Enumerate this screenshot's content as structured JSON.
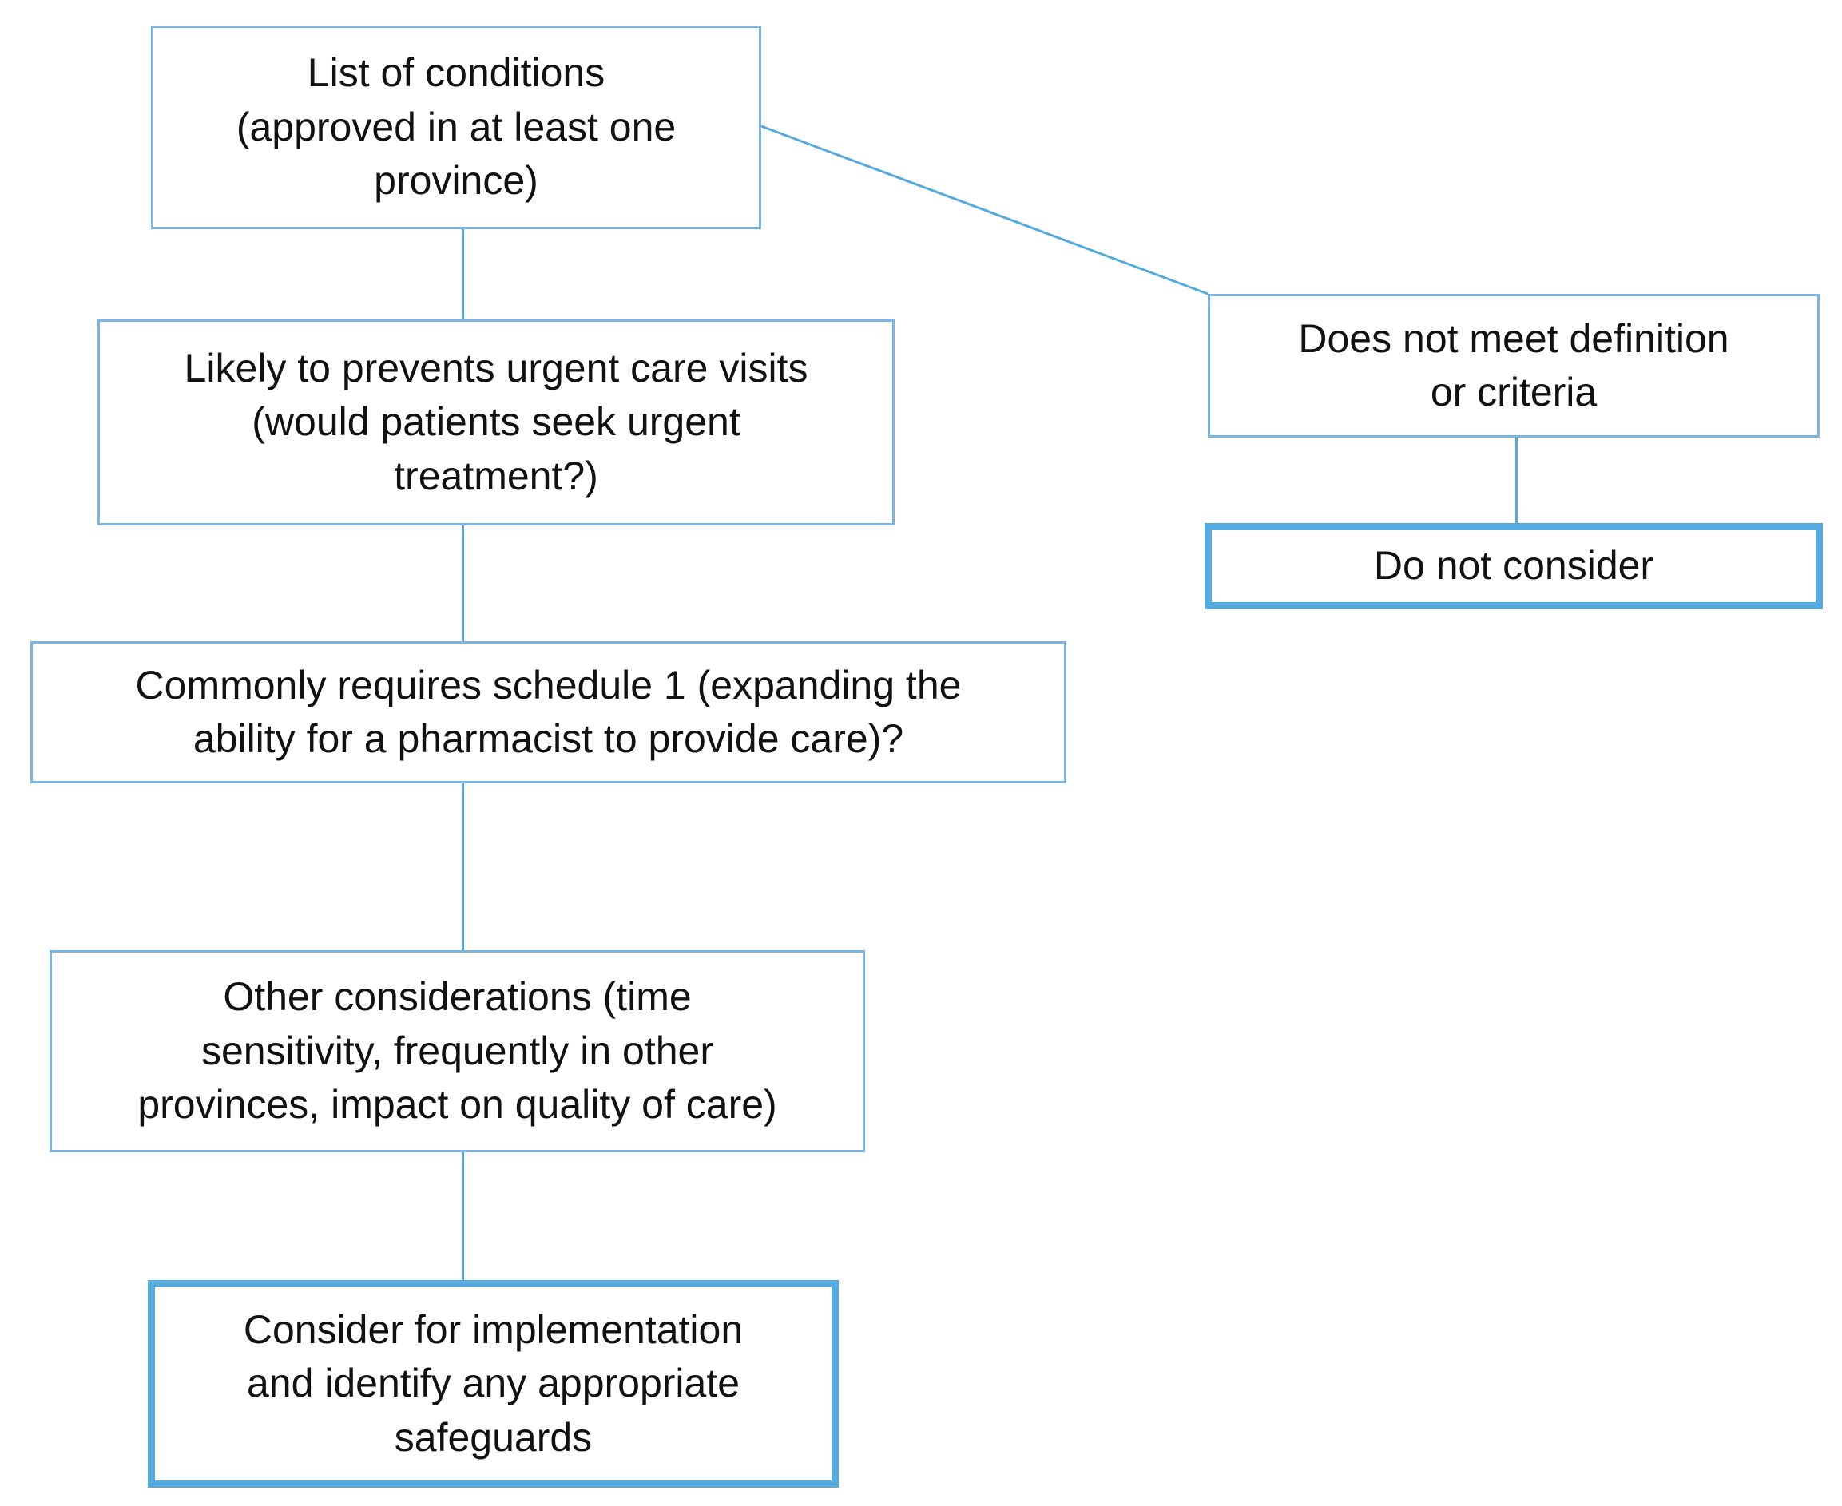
{
  "diagram": {
    "type": "flowchart",
    "nodes": [
      {
        "id": "list-of-conditions",
        "label": "List of conditions\n(approved in at least one\nprovince)",
        "style": "thin"
      },
      {
        "id": "prevents-urgent-care-visits",
        "label": "Likely to prevents urgent care visits\n(would patients seek urgent\ntreatment?)",
        "style": "thin"
      },
      {
        "id": "requires-schedule-1",
        "label": "Commonly requires schedule 1 (expanding the\nability for a pharmacist to provide care)?",
        "style": "thin"
      },
      {
        "id": "other-considerations",
        "label": "Other considerations (time\nsensitivity, frequently in other\nprovinces, impact on quality of care)",
        "style": "thin"
      },
      {
        "id": "consider-for-implementation",
        "label": "Consider for implementation\nand identify any appropriate\nsafeguards",
        "style": "thick"
      },
      {
        "id": "does-not-meet-definition",
        "label": "Does not meet definition\nor criteria",
        "style": "thin"
      },
      {
        "id": "do-not-consider",
        "label": "Do not consider",
        "style": "thick"
      }
    ],
    "edges": [
      {
        "from": "list-of-conditions",
        "to": "prevents-urgent-care-visits",
        "shape": "vertical"
      },
      {
        "from": "prevents-urgent-care-visits",
        "to": "requires-schedule-1",
        "shape": "vertical"
      },
      {
        "from": "requires-schedule-1",
        "to": "other-considerations",
        "shape": "vertical"
      },
      {
        "from": "other-considerations",
        "to": "consider-for-implementation",
        "shape": "vertical"
      },
      {
        "from": "list-of-conditions",
        "to": "does-not-meet-definition",
        "shape": "diagonal"
      },
      {
        "from": "does-not-meet-definition",
        "to": "do-not-consider",
        "shape": "vertical"
      }
    ]
  },
  "colors": {
    "box_border_thin": "#7CB5E3",
    "box_border_thick": "#55ABDF",
    "connector": "#55A9DE",
    "text": "#111111",
    "background": "#FFFFFF"
  }
}
